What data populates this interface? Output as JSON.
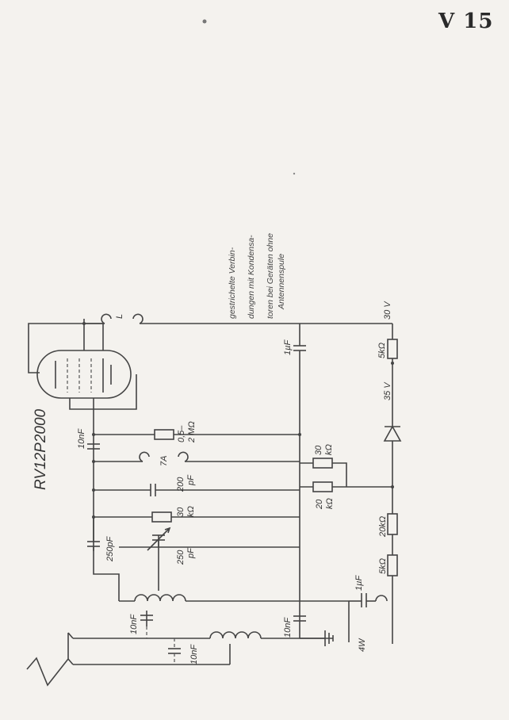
{
  "page": {
    "title": "V 15"
  },
  "tube": {
    "type": "RV12P2000"
  },
  "note": {
    "lines": [
      "gestrichelte Verbin-",
      "dungen mit Kondensa-",
      "toren bei Geräten ohne",
      "Antennenspule"
    ]
  },
  "labels": {
    "coil_l": "L",
    "v30": "30 V",
    "r5k_top": "5kΩ",
    "c1uf_top": "1µF",
    "v35": "35 V",
    "c10nf_grid": "10nF",
    "r_grid": [
      "0,5–",
      "2 MΩ"
    ],
    "coil_7a": "7A",
    "c200pf": [
      "200",
      "pF"
    ],
    "r30k_left": [
      "30",
      "kΩ"
    ],
    "r30k_right": [
      "30",
      "kΩ"
    ],
    "r20k_pot": [
      "20",
      "kΩ"
    ],
    "r20k_bottom": "20kΩ",
    "r5k_bottom": "5kΩ",
    "c250pf_fixed": "250pF",
    "c250pf_var": [
      "250",
      "pF"
    ],
    "c1uf_bottom": "1µF",
    "c10nf_coil": "10nF",
    "c10nf_bottom": "10nF",
    "c10nf_ant": "10nF",
    "power": "4W"
  }
}
